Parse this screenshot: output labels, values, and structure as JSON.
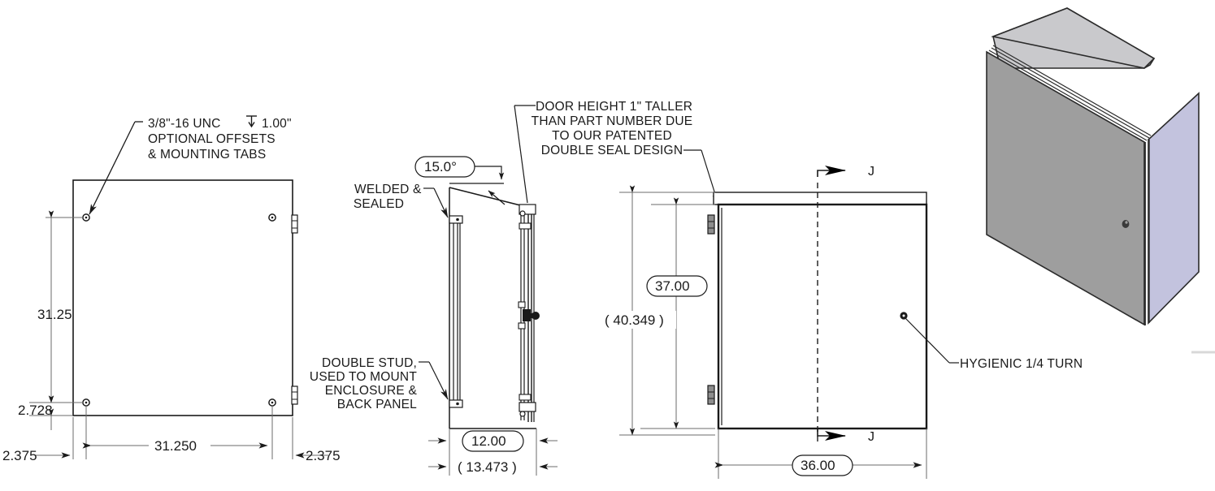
{
  "drawing": {
    "type": "engineering-drawing",
    "title": "Enclosure multi-view dimensioned drawing",
    "units": "inches",
    "views": [
      {
        "name": "rear-view",
        "label": ""
      },
      {
        "name": "side-section-view",
        "label": ""
      },
      {
        "name": "front-view",
        "label": ""
      },
      {
        "name": "isometric-view",
        "label": ""
      }
    ]
  },
  "rear_view": {
    "note_tab": {
      "line1": "3/8\"-16 UNC ╤ 1.00\"",
      "line1_pre": "3/8\"-16 UNC",
      "line1_post": "1.00\"",
      "line2": "OPTIONAL OFFSETS",
      "line3": "& MOUNTING TABS"
    },
    "dims": {
      "height_studs": "31.25",
      "bottom_offset": "2.728",
      "width_studs": "31.250",
      "left_margin": "2.375",
      "right_margin": "2.375"
    }
  },
  "side_view": {
    "angle_callout": "15.0°",
    "note_welded": {
      "line1": "WELDED &",
      "line2": "SEALED"
    },
    "note_stud": {
      "line1": "DOUBLE STUD,",
      "line2": "USED TO MOUNT",
      "line3": "ENCLOSURE &",
      "line4": "BACK PANEL"
    },
    "note_door": {
      "line1": "DOOR HEIGHT 1\" TALLER",
      "line2": "THAN PART NUMBER DUE",
      "line3": "TO OUR PATENTED",
      "line4": "DOUBLE SEAL DESIGN"
    },
    "dims": {
      "depth_boxed": "12.00",
      "depth_ref": "( 13.473 )"
    }
  },
  "front_view": {
    "section_letter_top": "J",
    "section_letter_bottom": "J",
    "note_latch": "HYGIENIC 1/4 TURN",
    "dims": {
      "height_boxed": "37.00",
      "height_ref": "( 40.349 )",
      "width_boxed": "36.00"
    }
  },
  "colors": {
    "line": "#1a1a1a",
    "dim_line": "#6b6b6b",
    "text": "#1a1a1a",
    "iso_top": "#c9c9cc",
    "iso_front": "#9e9e9e",
    "iso_side": "#c3c3de",
    "iso_edge": "#2b2b2b",
    "faint_rule": "#d8d8d8"
  }
}
